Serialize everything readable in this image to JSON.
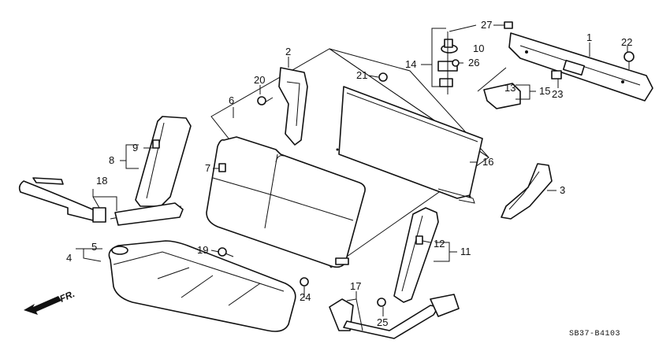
{
  "diagram": {
    "catalog_code": "SB37-B4103",
    "direction_label": "FR.",
    "callouts": [
      "1",
      "2",
      "3",
      "4",
      "5",
      "6",
      "7",
      "8",
      "9",
      "10",
      "11",
      "12",
      "13",
      "14",
      "15",
      "16",
      "17",
      "18",
      "19",
      "20",
      "21",
      "22",
      "23",
      "24",
      "25",
      "26",
      "27"
    ]
  }
}
